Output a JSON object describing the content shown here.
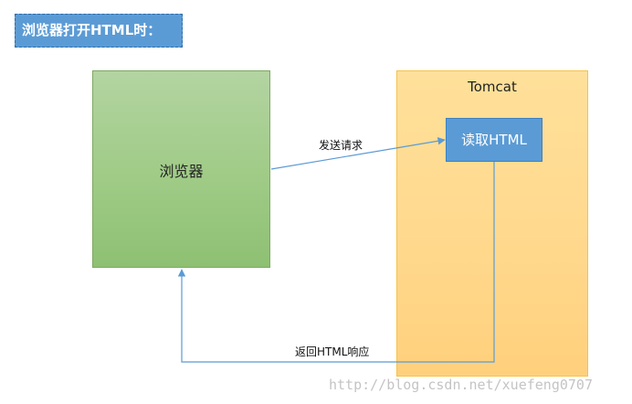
{
  "title": "浏览器打开HTML时：",
  "nodes": {
    "browser": "浏览器",
    "tomcat": "Tomcat",
    "read_html": "读取HTML"
  },
  "edges": {
    "request": "发送请求",
    "response": "返回HTML响应"
  },
  "watermark": "http://blog.csdn.net/xuefeng0707",
  "colors": {
    "title_bg": "#5b9bd5",
    "browser_fill": "#9fcb86",
    "tomcat_fill": "#ffd88c",
    "read_fill": "#5b9bd5",
    "arrow": "#5b9bd5"
  }
}
